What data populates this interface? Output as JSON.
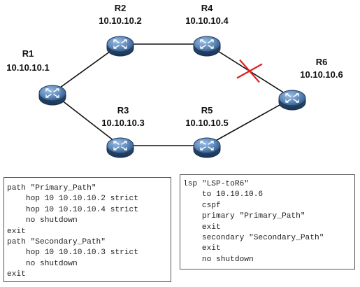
{
  "routers": [
    {
      "name": "R1",
      "ip": "10.10.10.1"
    },
    {
      "name": "R2",
      "ip": "10.10.10.2"
    },
    {
      "name": "R3",
      "ip": "10.10.10.3"
    },
    {
      "name": "R4",
      "ip": "10.10.10.4"
    },
    {
      "name": "R5",
      "ip": "10.10.10.5"
    },
    {
      "name": "R6",
      "ip": "10.10.10.6"
    }
  ],
  "links": [
    {
      "from": "R1",
      "to": "R2",
      "failed": false
    },
    {
      "from": "R2",
      "to": "R4",
      "failed": false
    },
    {
      "from": "R4",
      "to": "R6",
      "failed": true
    },
    {
      "from": "R1",
      "to": "R3",
      "failed": false
    },
    {
      "from": "R3",
      "to": "R5",
      "failed": false
    },
    {
      "from": "R5",
      "to": "R6",
      "failed": false
    }
  ],
  "colors": {
    "router_fill": "#5b86b6",
    "failure_mark": "#e02020"
  },
  "config_paths": [
    "path \"Primary_Path\"",
    "    hop 10 10.10.10.2 strict",
    "    hop 10 10.10.10.4 strict",
    "    no shutdown",
    "exit",
    "path \"Secondary_Path\"",
    "    hop 10 10.10.10.3 strict",
    "    no shutdown",
    "exit"
  ],
  "config_lsp": [
    "lsp \"LSP-toR6\"",
    "    to 10.10.10.6",
    "    cspf",
    "    primary \"Primary_Path\"",
    "    exit",
    "    secondary \"Secondary_Path\"",
    "    exit",
    "    no shutdown"
  ]
}
